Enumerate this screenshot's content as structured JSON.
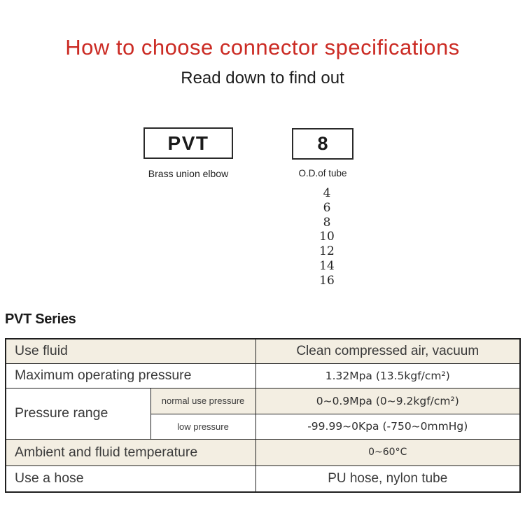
{
  "header": {
    "title": "How to choose connector specifications",
    "subtitle": "Read down to find out"
  },
  "selector": {
    "model_code": "PVT",
    "model_label": "Brass union elbow",
    "size_code": "8",
    "size_label": "O.D.of tube",
    "size_options": [
      "4",
      "6",
      "8",
      "10",
      "12",
      "14",
      "16"
    ]
  },
  "series": {
    "heading": "PVT Series"
  },
  "spec_table": {
    "use_fluid_label": "Use fluid",
    "use_fluid_value": "Clean compressed air, vacuum",
    "max_pressure_label": "Maximum operating pressure",
    "max_pressure_value": "1.32Mpa (13.5kgf/cm²)",
    "pressure_range_label": "Pressure range",
    "normal_pressure_label": "normal use pressure",
    "normal_pressure_value": "0~0.9Mpa (0~9.2kgf/cm²)",
    "low_pressure_label": "low pressure",
    "low_pressure_value": "-99.99~0Kpa (-750~0mmHg)",
    "temperature_label": "Ambient and fluid temperature",
    "temperature_value": "0~60°C",
    "hose_label": "Use a hose",
    "hose_value": "PU hose, nylon tube"
  },
  "colors": {
    "accent_red": "#cb2b24",
    "row_beige": "#f3eee2",
    "border": "#1f1f1f"
  }
}
